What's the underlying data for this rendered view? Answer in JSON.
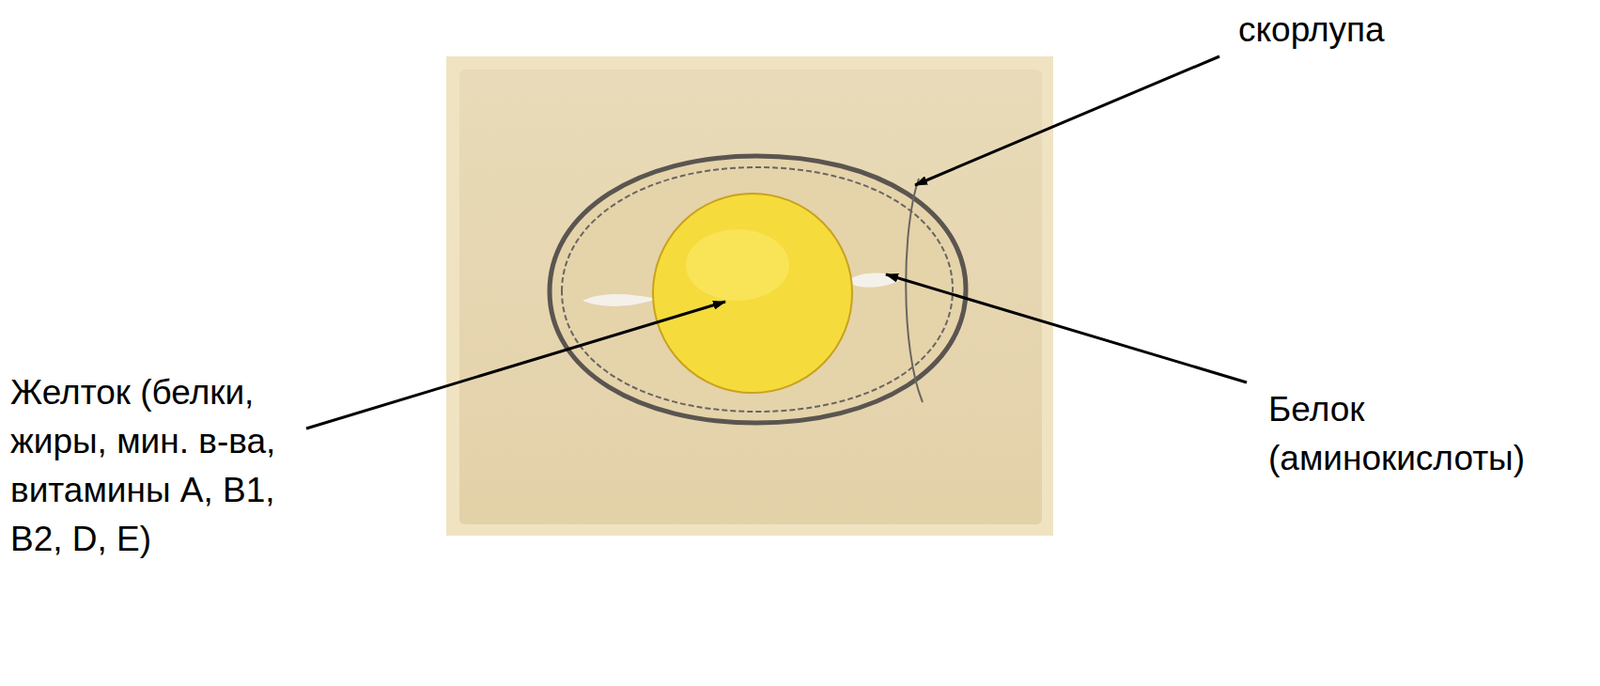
{
  "diagram": {
    "labels": [
      "скорлупа",
      "Белок (аминокислоты)",
      "Желток (белки, жиры, мин. в-ва, витамины А, В1, В2, D, E)"
    ]
  }
}
